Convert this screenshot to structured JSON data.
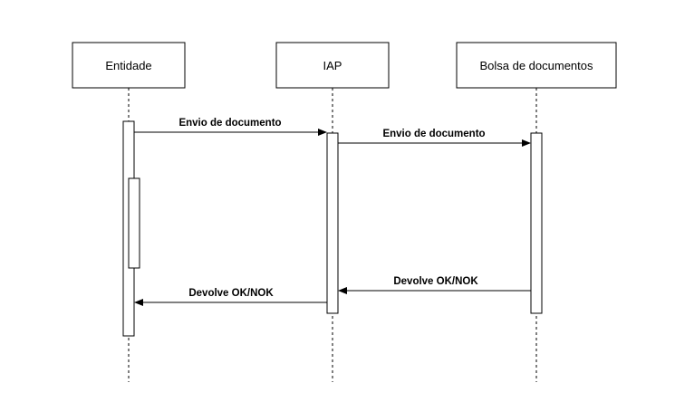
{
  "participants": [
    {
      "id": "entidade",
      "label": "Entidade"
    },
    {
      "id": "iap",
      "label": "IAP"
    },
    {
      "id": "bolsa",
      "label": "Bolsa de documentos"
    }
  ],
  "messages": [
    {
      "from": "entidade",
      "to": "iap",
      "label": "Envio de documento"
    },
    {
      "from": "iap",
      "to": "bolsa",
      "label": "Envio de documento"
    },
    {
      "from": "bolsa",
      "to": "iap",
      "label": "Devolve OK/NOK"
    },
    {
      "from": "iap",
      "to": "entidade",
      "label": "Devolve OK/NOK"
    }
  ],
  "colors": {
    "line": "#000000",
    "box_fill": "#ffffff"
  }
}
